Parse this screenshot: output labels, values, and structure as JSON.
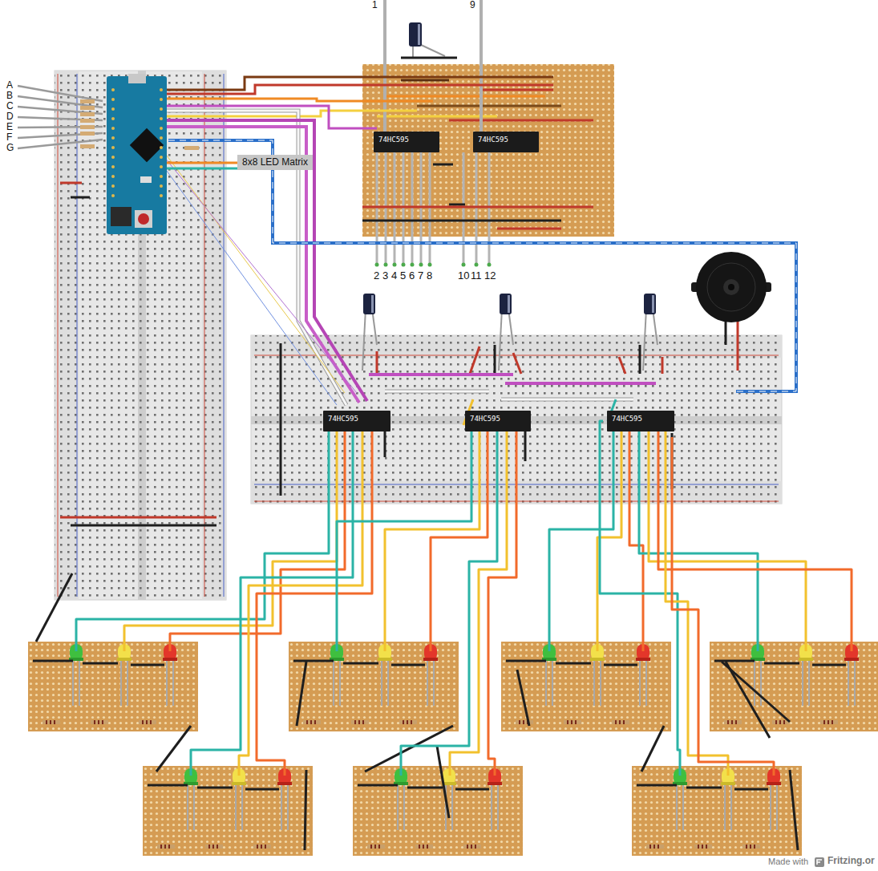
{
  "diagram": {
    "nodes": [
      {
        "text": [
          "74HC595"
        ]
      },
      {
        "text": [
          "74HC595"
        ]
      },
      {
        "text": [
          "8x8 LED Matrix"
        ]
      },
      {
        "text": [
          "74HC595"
        ]
      },
      {
        "text": [
          "74HC595"
        ]
      },
      {
        "text": [
          "74HC595"
        ]
      }
    ],
    "labels": [
      "1",
      "9",
      "A",
      "B",
      "C",
      "D",
      "E",
      "F",
      "G",
      "2",
      "3",
      "4",
      "5",
      "6",
      "7",
      "8",
      "10",
      "11",
      "12",
      "Made with",
      "Fritzing.or"
    ]
  }
}
